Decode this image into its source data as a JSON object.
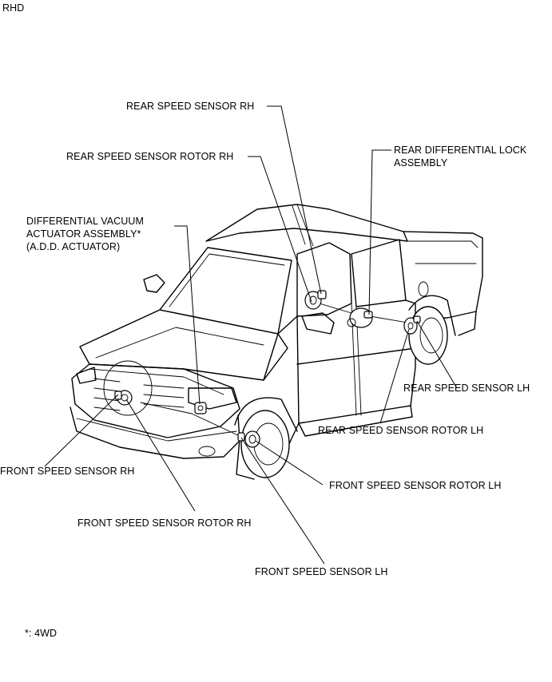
{
  "header": {
    "variant": "RHD"
  },
  "labels": {
    "rear_speed_sensor_rh": "REAR SPEED SENSOR RH",
    "rear_speed_sensor_rotor_rh": "REAR SPEED SENSOR ROTOR RH",
    "rear_diff_lock_line1": "REAR DIFFERENTIAL LOCK",
    "rear_diff_lock_line2": "ASSEMBLY",
    "diff_vacuum_line1": "DIFFERENTIAL VACUUM",
    "diff_vacuum_line2": "ACTUATOR ASSEMBLY*",
    "diff_vacuum_line3": "(A.D.D. ACTUATOR)",
    "rear_speed_sensor_lh": "REAR SPEED SENSOR LH",
    "rear_speed_sensor_rotor_lh": "REAR SPEED SENSOR ROTOR LH",
    "front_speed_sensor_rh": "FRONT SPEED SENSOR RH",
    "front_speed_sensor_rotor_lh": "FRONT SPEED SENSOR ROTOR LH",
    "front_speed_sensor_rotor_rh": "FRONT SPEED SENSOR ROTOR RH",
    "front_speed_sensor_lh": "FRONT SPEED SENSOR LH"
  },
  "footnote": "*: 4WD"
}
